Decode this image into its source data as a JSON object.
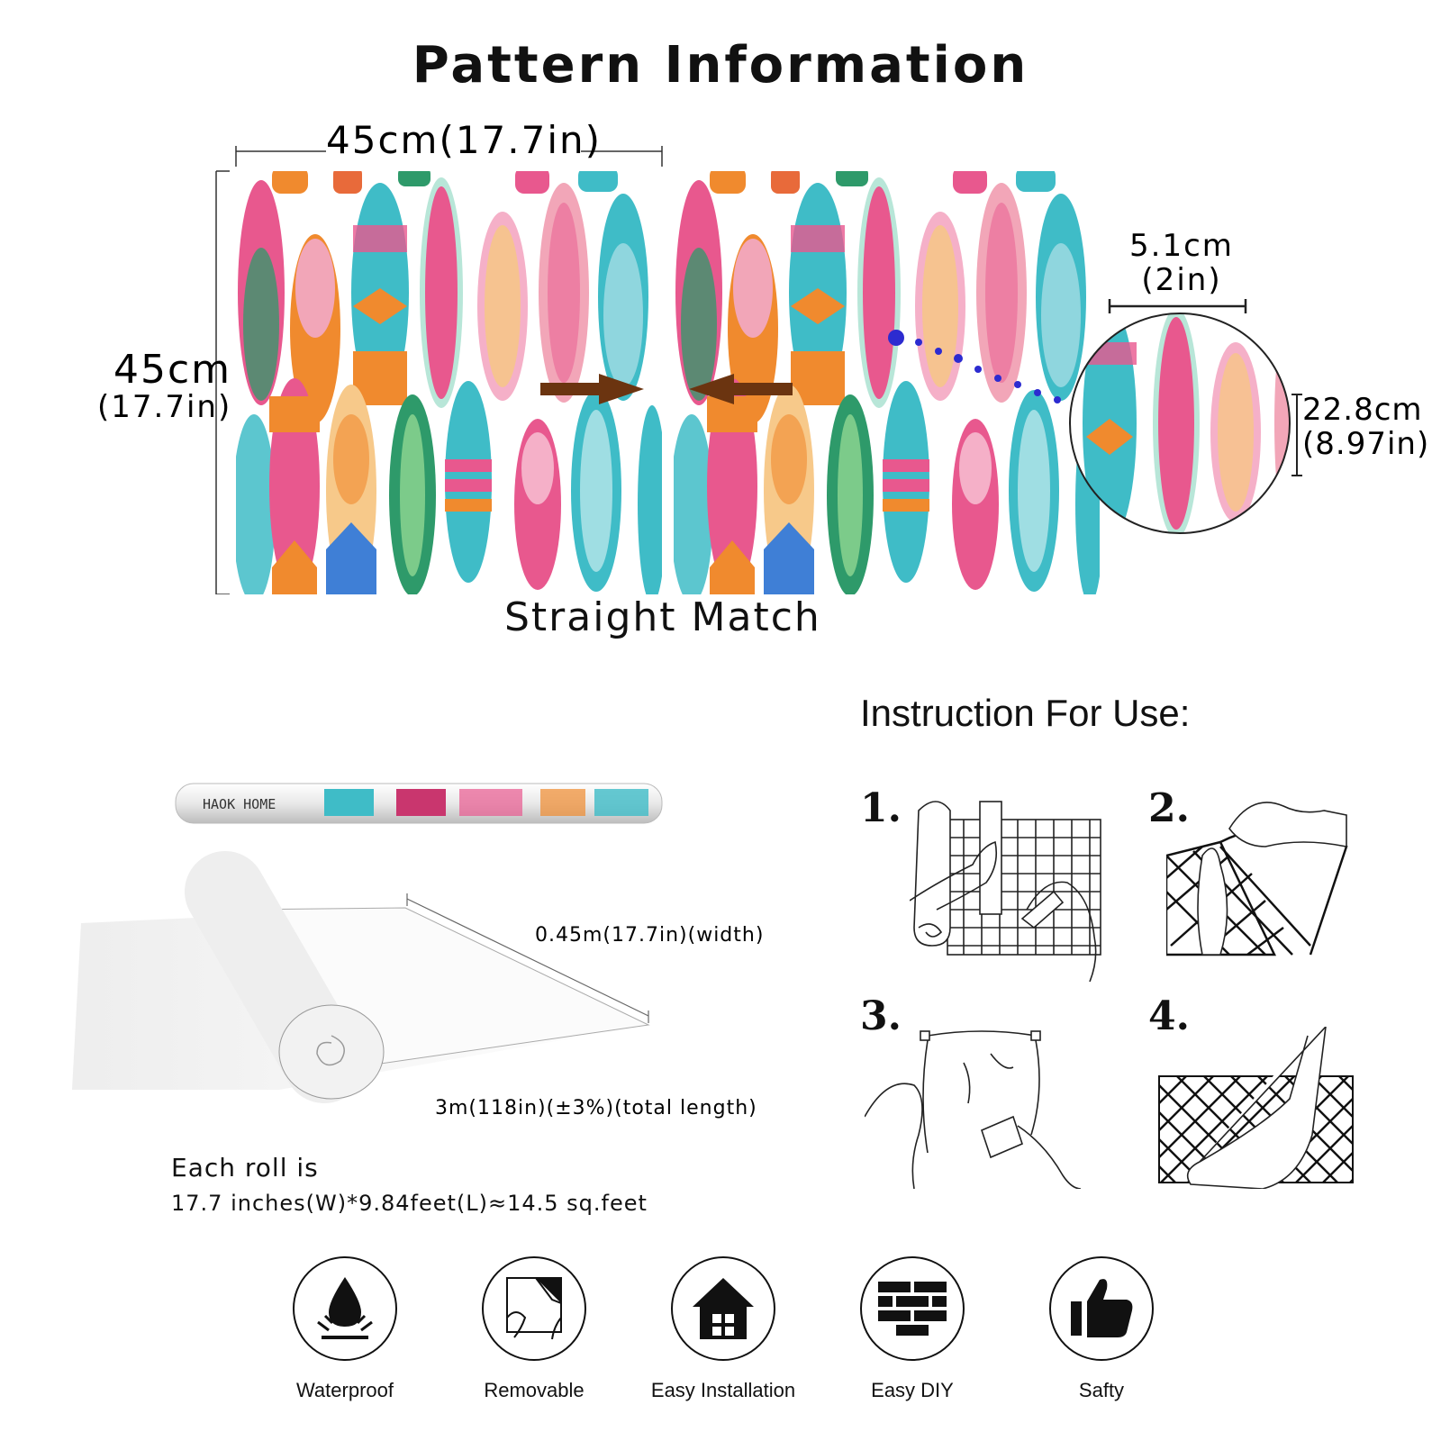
{
  "title": "Pattern Information",
  "pattern": {
    "width_label": "45cm(17.7in)",
    "height_label_cm": "45cm",
    "height_label_in": "(17.7in)",
    "repeat_label_cm": "5.1cm",
    "repeat_label_in": "(2in)",
    "repeat_height_cm": "22.8cm",
    "repeat_height_in": "(8.97in)",
    "match_type": "Straight Match",
    "colors": {
      "pink": "#e8588e",
      "teal": "#3fbcc7",
      "orange": "#f08a2e",
      "green": "#2e9a6a",
      "arrow": "#6b3410",
      "dots": "#2c2bd0"
    }
  },
  "roll": {
    "brand": "HAOK HOME",
    "width_label": "0.45m(17.7in)(width)",
    "length_label": "3m(118in)(±3%)(total length)",
    "each_roll": "Each roll is",
    "each_roll_dims": "17.7 inches(W)*9.84feet(L)≈14.5 sq.feet"
  },
  "instructions": {
    "title": "Instruction For Use:",
    "steps": [
      {
        "num": "1.",
        "icon": "measure-cut-icon"
      },
      {
        "num": "2.",
        "icon": "peel-backing-icon"
      },
      {
        "num": "3.",
        "icon": "apply-smooth-icon"
      },
      {
        "num": "4.",
        "icon": "finished-wall-icon"
      }
    ]
  },
  "features": [
    {
      "label": "Waterproof",
      "icon": "water-drop-icon"
    },
    {
      "label": "Removable",
      "icon": "peel-icon"
    },
    {
      "label": "Easy Installation",
      "icon": "house-icon"
    },
    {
      "label": "Easy DIY",
      "icon": "brick-wall-icon"
    },
    {
      "label": "Safty",
      "icon": "thumbs-up-icon"
    }
  ]
}
